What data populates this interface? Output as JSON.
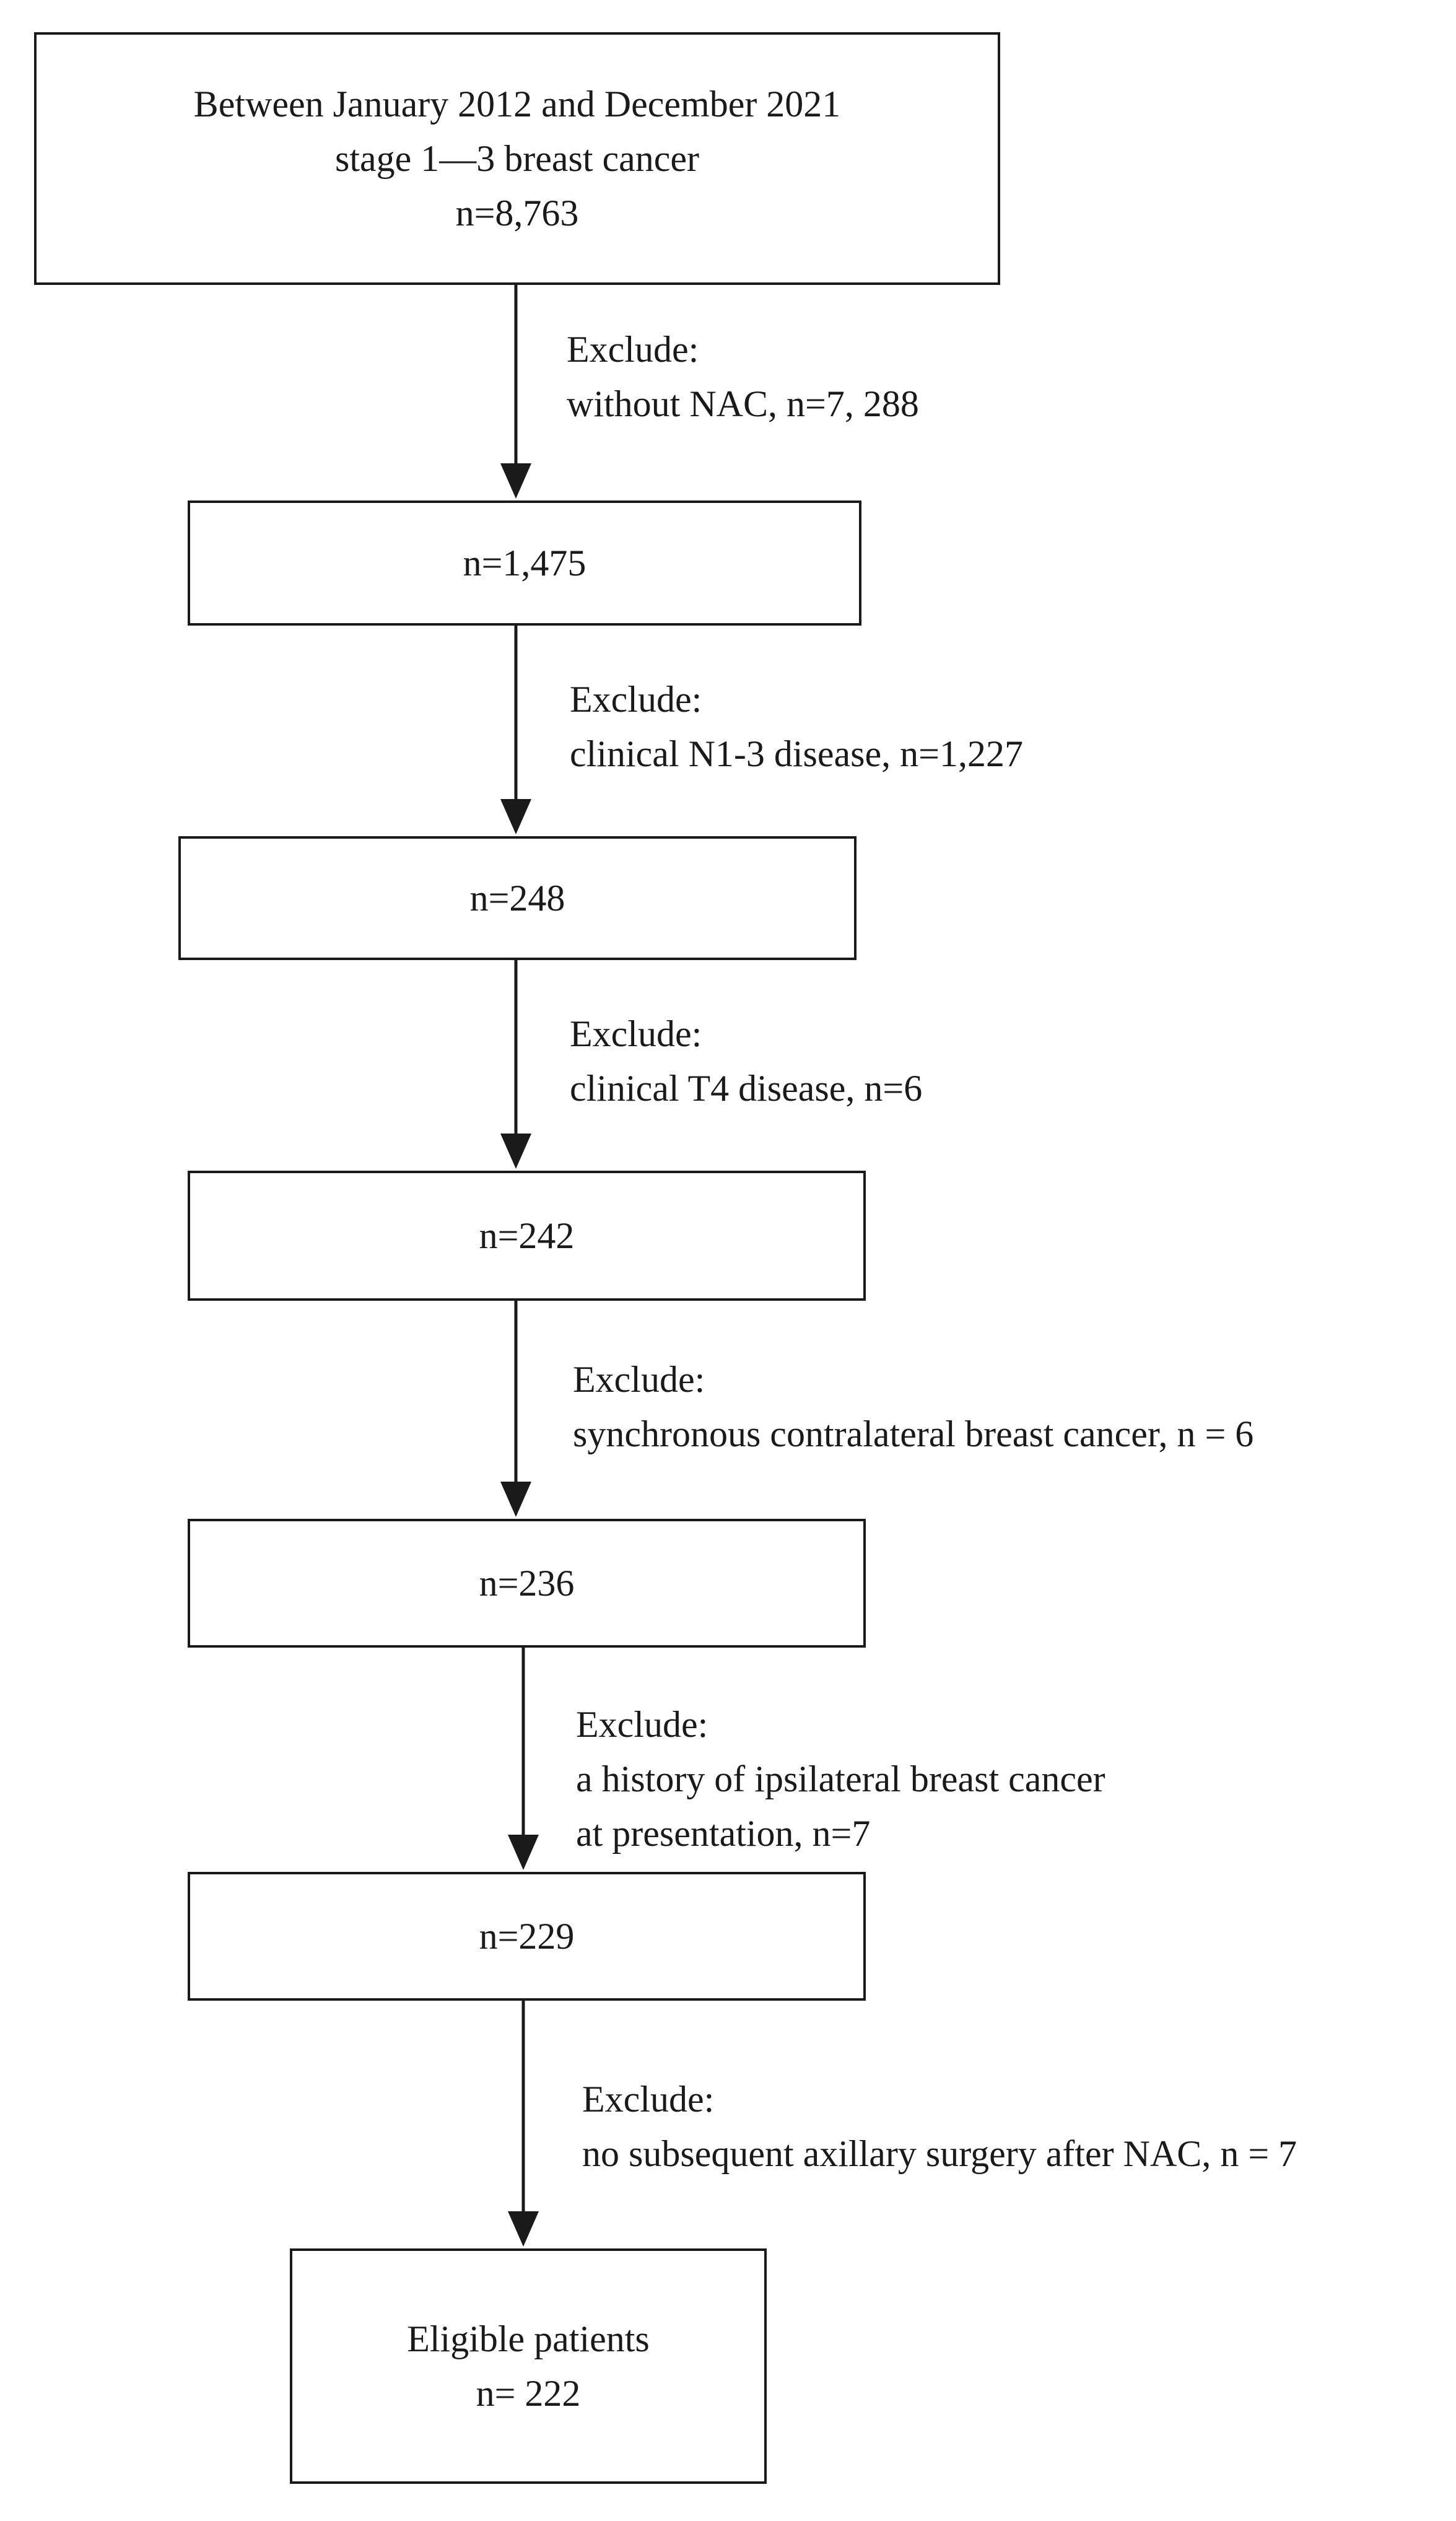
{
  "boxes": [
    {
      "lines": [
        "Between January 2012 and December 2021",
        "stage 1—3 breast cancer",
        "n=8,763"
      ]
    },
    {
      "lines": [
        "n=1,475"
      ]
    },
    {
      "lines": [
        "n=248"
      ]
    },
    {
      "lines": [
        "n=242"
      ]
    },
    {
      "lines": [
        "n=236"
      ]
    },
    {
      "lines": [
        "n=229"
      ]
    },
    {
      "lines": [
        "Eligible patients",
        "n= 222"
      ]
    }
  ],
  "exclusions": [
    {
      "lines": [
        "Exclude:",
        "without NAC, n=7, 288"
      ]
    },
    {
      "lines": [
        "Exclude:",
        "clinical N1-3 disease, n=1,227"
      ]
    },
    {
      "lines": [
        "Exclude:",
        "clinical T4 disease, n=6"
      ]
    },
    {
      "lines": [
        "Exclude:",
        "synchronous contralateral breast cancer, n = 6"
      ]
    },
    {
      "lines": [
        "Exclude:",
        "a history of ipsilateral breast cancer",
        "at presentation, n=7"
      ]
    },
    {
      "lines": [
        "Exclude:",
        "no subsequent axillary surgery after NAC, n = 7"
      ]
    }
  ]
}
